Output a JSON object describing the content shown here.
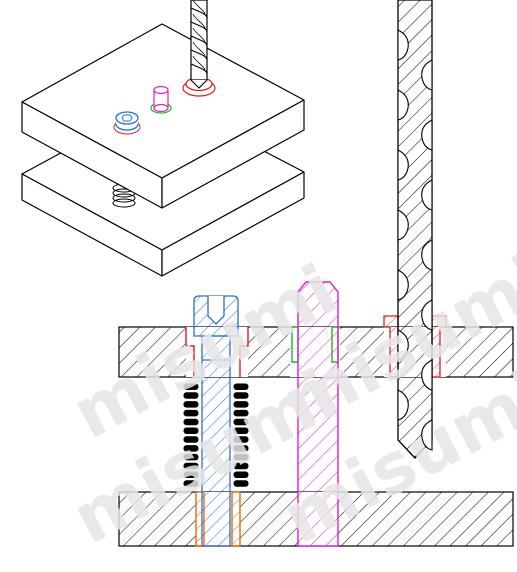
{
  "diagram": {
    "views": [
      "isometric-assembly",
      "cross-section"
    ],
    "parts": [
      {
        "name": "upper-plate",
        "view": "both"
      },
      {
        "name": "lower-plate",
        "view": "both"
      },
      {
        "name": "socket-head-cap-screw",
        "color": "#2b6fd6"
      },
      {
        "name": "guide-pin",
        "color": "#e020c8"
      },
      {
        "name": "twist-drill",
        "color": "#000000"
      },
      {
        "name": "compression-spring",
        "color": "#000000"
      },
      {
        "name": "drill-bushing",
        "color": "#e01b1b"
      },
      {
        "name": "pin-bushing",
        "color": "#22b322"
      },
      {
        "name": "counterbore-insert",
        "color": "#e26e10"
      }
    ],
    "section_hatch": "diagonal"
  },
  "watermark": {
    "text": "misumi",
    "color": "#e6e6e6",
    "repeat": 4
  }
}
